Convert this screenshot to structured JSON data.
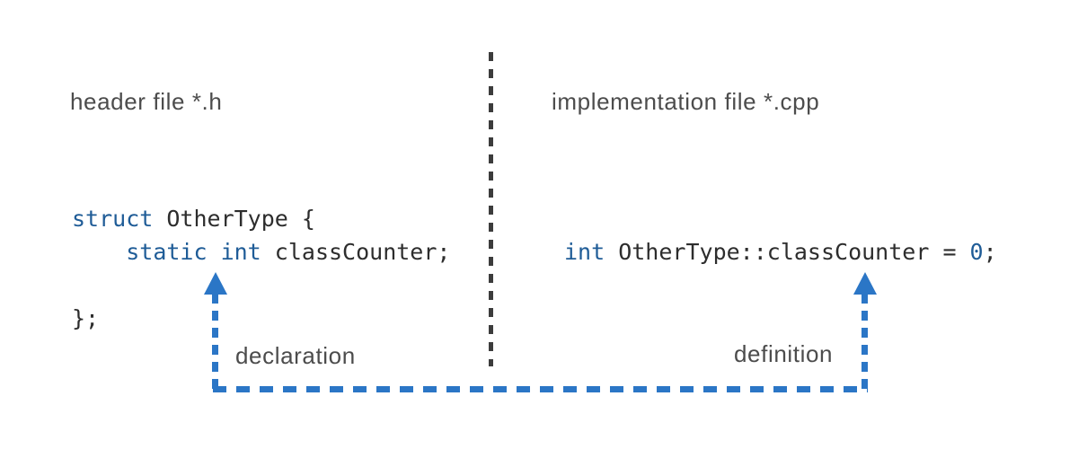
{
  "labels": {
    "left_panel": "header file *.h",
    "right_panel": "implementation file *.cpp",
    "declaration": "declaration",
    "definition": "definition"
  },
  "code": {
    "header_file": {
      "line1_keyword": "struct",
      "line1_rest": " OtherType {",
      "line2_indent": "    ",
      "line2_keyword": "static int",
      "line2_rest": " classCounter;",
      "closing_line": "};"
    },
    "impl_file": {
      "keyword": "int",
      "body": " OtherType::classCounter = ",
      "value": "0",
      "terminator": ";"
    }
  },
  "colors": {
    "keyword_blue": "#1f5c97",
    "code_text": "#2d2d2d",
    "label_gray": "#4c4c4c",
    "arrow_blue": "#2b76c6",
    "divider_gray": "#3c3c3c",
    "background": "#ffffff"
  }
}
